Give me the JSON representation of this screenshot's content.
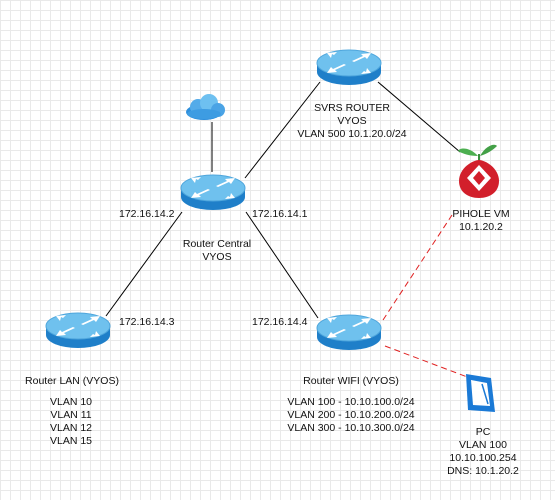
{
  "nodes": {
    "svrs_router": {
      "lines": [
        "SVRS ROUTER",
        "VYOS",
        "VLAN 500 10.1.20.0/24"
      ]
    },
    "router_central": {
      "lines": [
        "Router Central",
        "VYOS"
      ]
    },
    "pihole": {
      "lines": [
        "PIHOLE VM",
        "10.1.20.2"
      ]
    },
    "router_lan": {
      "title": "Router LAN (VYOS)",
      "vlans": [
        "VLAN 10",
        "VLAN 11",
        "VLAN 12",
        "VLAN 15"
      ]
    },
    "router_wifi": {
      "title": "Router WIFI (VYOS)",
      "vlans": [
        "VLAN 100 - 10.10.100.0/24",
        "VLAN 200 - 10.10.200.0/24",
        "VLAN 300 - 10.10.300.0/24"
      ]
    },
    "pc": {
      "lines": [
        "PC",
        "VLAN 100",
        "10.10.100.254",
        "DNS: 10.1.20.2"
      ]
    }
  },
  "interfaces": {
    "central_lan_side": "172.16.14.2",
    "central_wifi_side": "172.16.14.1",
    "lan": "172.16.14.3",
    "wifi": "172.16.14.4"
  },
  "colors": {
    "router_top": "#6fc1ee",
    "router_side": "#1f7fc9",
    "link": "#000000",
    "dns_link": "#e02020",
    "pihole_red": "#d21f2b",
    "pihole_green": "#4caf50",
    "pc_blue": "#1b7ad6"
  }
}
